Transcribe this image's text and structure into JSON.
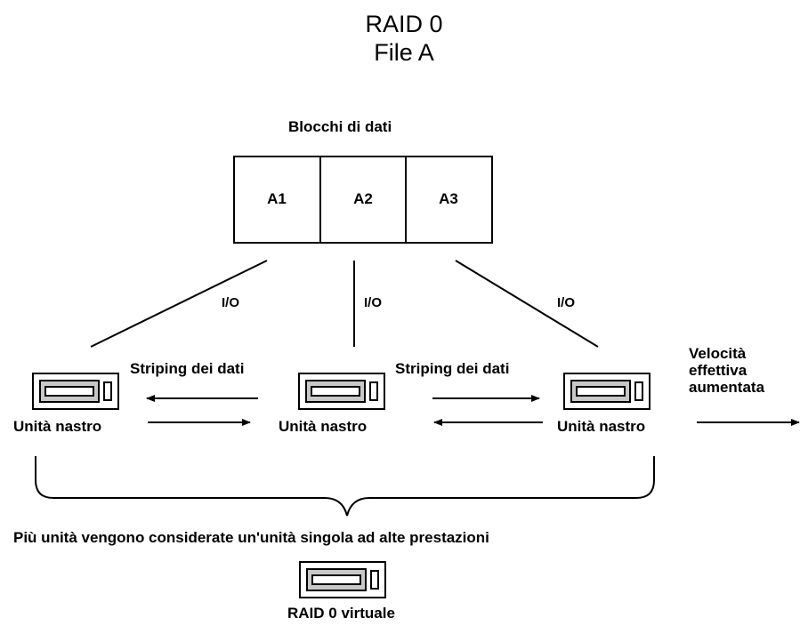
{
  "title": {
    "line1": "RAID 0",
    "line2": "File A"
  },
  "blocks": {
    "label": "Blocchi di dati",
    "items": [
      "A1",
      "A2",
      "A3"
    ]
  },
  "io_labels": [
    "I/O",
    "I/O",
    "I/O"
  ],
  "drives": {
    "label": "Unità nastro",
    "count": 3
  },
  "striping": {
    "left": "Striping dei dati",
    "right": "Striping dei dati"
  },
  "speed": {
    "line1": "Velocità",
    "line2": "effettiva",
    "line3": "aumentata"
  },
  "caption": "Più unità vengono considerate un'unità singola ad alte prestazioni",
  "virtual": {
    "label": "RAID 0 virtuale"
  }
}
